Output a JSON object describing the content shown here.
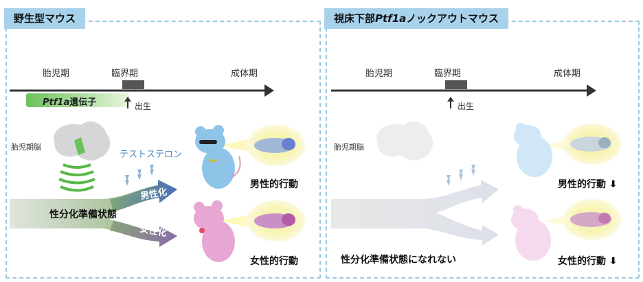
{
  "left": {
    "title": "野生型マウス",
    "timeline": {
      "fetal": "胎児期",
      "critical": "臨界期",
      "adult": "成体期",
      "birth": "出生"
    },
    "gene_italic": "Ptf1a",
    "gene_rest": "遺伝子",
    "fetal_brain": "胎児期脳",
    "testosterone": "テストステロン",
    "prep_state": "性分化準備状態",
    "male_branch": "男性化",
    "female_branch": "女性化",
    "male_behavior": "男性的行動",
    "female_behavior": "女性的行動"
  },
  "right": {
    "title_prefix": "視床下部",
    "title_italic": "Ptf1a",
    "title_suffix": "ノックアウトマウス",
    "timeline": {
      "fetal": "胎児期",
      "critical": "臨界期",
      "adult": "成体期",
      "birth": "出生"
    },
    "fetal_brain": "胎児期脳",
    "not_prep": "性分化準備状態になれない",
    "male_behavior": "男性的行動",
    "female_behavior": "女性的行動",
    "down_arrow": "⬇"
  },
  "colors": {
    "panel_border": "#9cc7e2",
    "tab_bg": "#a8d2ec",
    "male_arrow": "#4a6fb8",
    "female_arrow": "#8a6aa8",
    "gene_bar": "#8fd07a",
    "bubble": "#f7f3b8"
  }
}
